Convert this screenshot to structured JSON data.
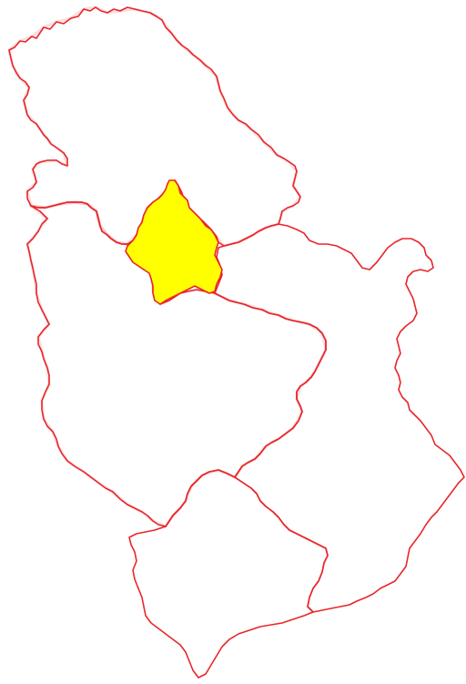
{
  "map": {
    "highlighted_region": "belgrade",
    "regions": [
      "vojvodina",
      "belgrade",
      "sumadija-western-serbia",
      "southern-eastern-serbia",
      "kosovo-metohija"
    ],
    "colors": {
      "border": "#e8262b",
      "border_halo": "#f4a6a6",
      "highlight_fill": "#ffff00",
      "background": "#ffffff"
    }
  }
}
